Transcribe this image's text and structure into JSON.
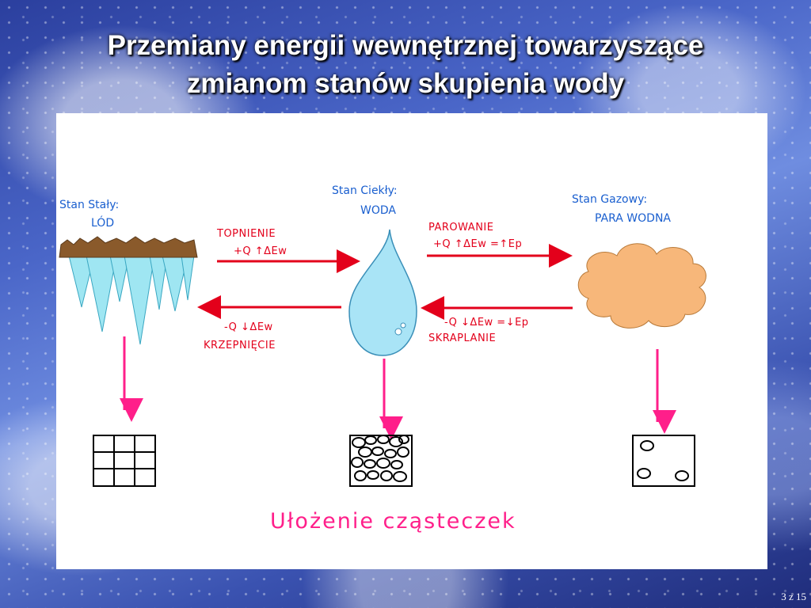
{
  "slide": {
    "title_line1": "Przemiany energii wewnętrznej towarzyszące",
    "title_line2": "zmianom stanów skupienia wody",
    "page": "3 z 15"
  },
  "states": {
    "solid": {
      "line1": "Stan Stały:",
      "line2": "LÓD"
    },
    "liquid": {
      "line1": "Stan Ciekły:",
      "line2": "WODA"
    },
    "gas": {
      "line1": "Stan Gazowy:",
      "line2": "PARA WODNA"
    }
  },
  "transitions": {
    "melting": {
      "name": "TOPNIENIE",
      "detail": "+Q   ↑ΔEw"
    },
    "freezing": {
      "name": "KRZEPNIĘCIE",
      "detail": "-Q      ↓ΔEw"
    },
    "evaporation": {
      "name": "PAROWANIE",
      "detail": "+Q          ↑ΔEw =↑Ep"
    },
    "condensation": {
      "name": "SKRAPLANIE",
      "detail": "-Q      ↓ΔEw =↓Ep"
    }
  },
  "caption": "Ułożenie  cząsteczek",
  "colors": {
    "state_label": "#1a5fcf",
    "transition_text": "#e3001b",
    "arrow_red": "#e3001b",
    "arrow_pink": "#ff1f8a",
    "ice": "#9fe6f2",
    "ice_top": "#8a5a2b",
    "water_drop": "#a9e4f6",
    "cloud": "#f7b77a"
  }
}
